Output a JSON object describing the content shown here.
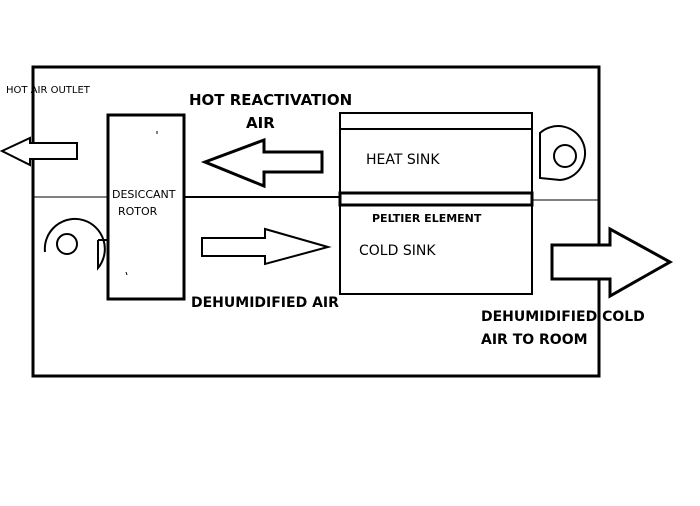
{
  "labels": {
    "hot_air_outlet": "HOT AIR OUTLET",
    "hot_reactivation_line1": "HOT REACTIVATION",
    "hot_reactivation_line2": "AIR",
    "heat_sink": "HEAT SINK",
    "desiccant_line1": "DESICCANT",
    "desiccant_line2": "ROTOR",
    "peltier_element": "PELTIER ELEMENT",
    "cold_sink": "COLD SINK",
    "dehumidified_air": "DEHUMIDIFIED AIR",
    "dehumidified_cold_line1": "DEHUMIDIFIED COLD",
    "dehumidified_cold_line2": "AIR TO ROOM"
  },
  "colors": {
    "stroke": "#000000",
    "background": "#ffffff"
  },
  "icons": [
    "fan-icon-left",
    "fan-icon-right",
    "arrow-left",
    "arrow-right"
  ]
}
